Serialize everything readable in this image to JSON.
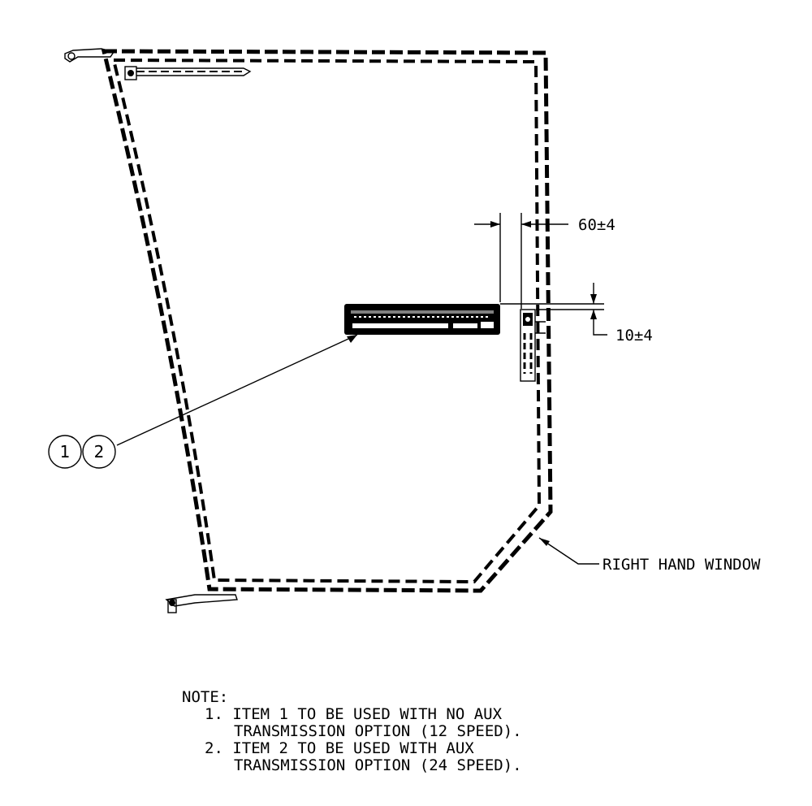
{
  "dimensions": {
    "horizontal": "60±4",
    "vertical": "10±4"
  },
  "callout": {
    "item1": "1",
    "item2": "2",
    "window_label": "RIGHT HAND WINDOW"
  },
  "notes": {
    "heading": "NOTE:",
    "line1": "1. ITEM 1 TO BE USED WITH NO AUX",
    "line2": "TRANSMISSION OPTION (12 SPEED).",
    "line3": "2. ITEM 2 TO BE USED WITH AUX",
    "line4": "TRANSMISSION OPTION (24 SPEED)."
  }
}
